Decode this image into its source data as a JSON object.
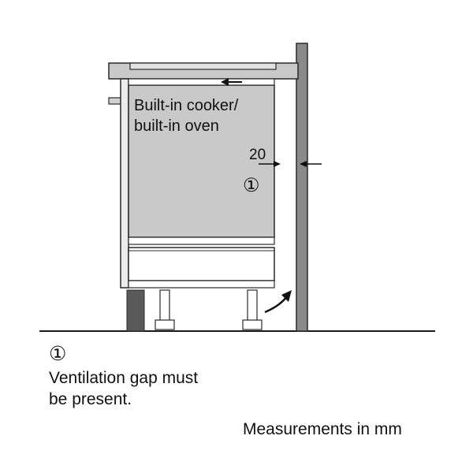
{
  "appliance_label": {
    "line1": "Built-in cooker/",
    "line2": "built-in oven"
  },
  "dimension": {
    "gap_value": "20"
  },
  "callout": {
    "marker": "①"
  },
  "legend": {
    "marker": "①",
    "line1": "Ventilation gap must",
    "line2": "be present."
  },
  "units_note": "Measurements in mm",
  "colors": {
    "panel_fill": "#c9c9c9",
    "wall_fill": "#8a8a8a",
    "outline": "#2a2a2a",
    "plinth_fill": "#5a5a5a"
  }
}
